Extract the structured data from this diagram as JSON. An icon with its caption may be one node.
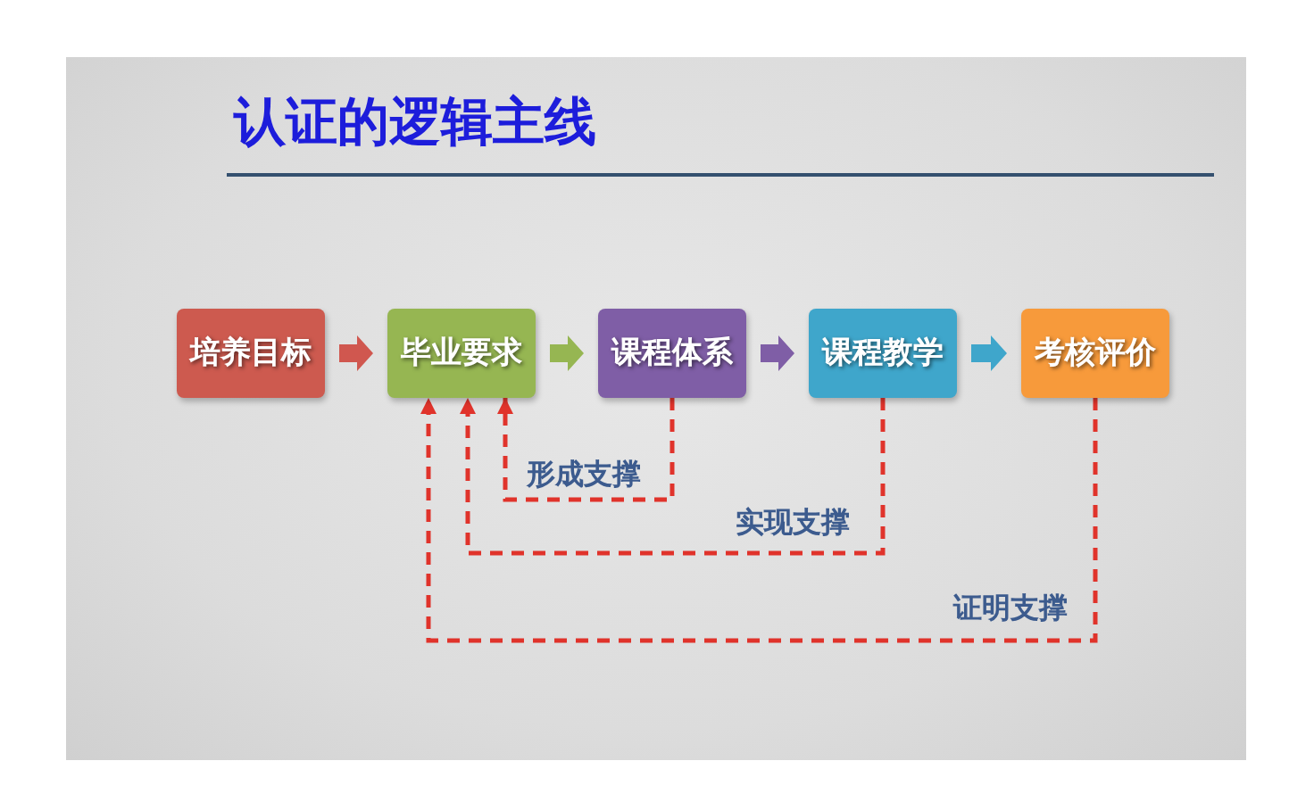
{
  "diagram": {
    "title": "认证的逻辑主线",
    "nodes": [
      {
        "text": [
          "培养目标"
        ]
      },
      {
        "text": [
          "毕业要求"
        ]
      },
      {
        "text": [
          "课程体系"
        ]
      },
      {
        "text": [
          "课程教学"
        ]
      },
      {
        "text": [
          "考核评价"
        ]
      }
    ],
    "edges": [
      {
        "from": 0,
        "to": 1,
        "arrow": "to",
        "color": "#d0574f"
      },
      {
        "from": 1,
        "to": 2,
        "arrow": "to",
        "color": "#96b652"
      },
      {
        "from": 2,
        "to": 3,
        "arrow": "to",
        "color": "#7f5ea6"
      },
      {
        "from": 3,
        "to": 4,
        "arrow": "to",
        "color": "#3fa6cb"
      },
      {
        "from": 2,
        "to": 1,
        "arrow": "to",
        "label": "形成支撑",
        "style": "dashed",
        "color": "#e0332b"
      },
      {
        "from": 3,
        "to": 1,
        "arrow": "to",
        "label": "实现支撑",
        "style": "dashed",
        "color": "#e0332b"
      },
      {
        "from": 4,
        "to": 1,
        "arrow": "to",
        "label": "证明支撑",
        "style": "dashed",
        "color": "#e0332b"
      }
    ]
  }
}
